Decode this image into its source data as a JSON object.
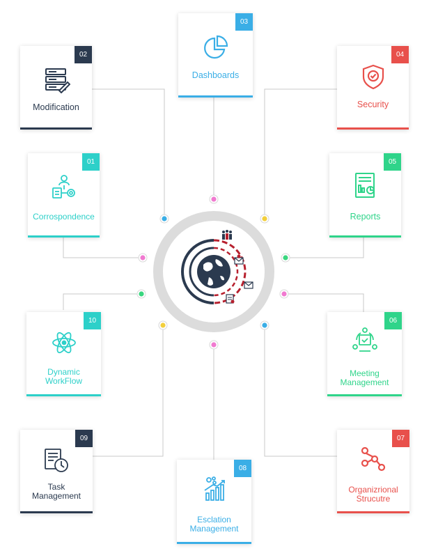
{
  "colors": {
    "dark": "#2b3a4f",
    "blue": "#3aaee6",
    "red": "#e8504b",
    "teal": "#2dd0c9",
    "green": "#2fd48a",
    "pink": "#f07ad0",
    "yellow": "#f2cf3c",
    "dot_green": "#3ad67f",
    "ring": "#dcdcdc",
    "line": "#c8c8c8",
    "globe_red": "#b7202e"
  },
  "cards": {
    "modification": {
      "number": "02",
      "label": "Modification",
      "icon": "server-stack-icon",
      "color": "dark"
    },
    "dashboards": {
      "number": "03",
      "label": "Dashboards",
      "icon": "pie-chart-icon",
      "color": "blue"
    },
    "security": {
      "number": "04",
      "label": "Security",
      "icon": "shield-check-icon",
      "color": "red"
    },
    "correspondence": {
      "number": "01",
      "label": "Corrospondence",
      "icon": "user-flow-icon",
      "color": "teal"
    },
    "reports": {
      "number": "05",
      "label": "Reports",
      "icon": "report-icon",
      "color": "green"
    },
    "workflow": {
      "number": "10",
      "label_line1": "Dynamic",
      "label_line2": "WorkFlow",
      "icon": "atom-icon",
      "color": "teal"
    },
    "meeting": {
      "number": "06",
      "label_line1": "Meeting",
      "label_line2": "Management",
      "icon": "meeting-icon",
      "color": "green"
    },
    "task": {
      "number": "09",
      "label_line1": "Task",
      "label_line2": "Management",
      "icon": "task-clock-icon",
      "color": "dark"
    },
    "escalation": {
      "number": "08",
      "label_line1": "Esclation",
      "label_line2": "Management",
      "icon": "growth-chart-icon",
      "color": "blue"
    },
    "organization": {
      "number": "07",
      "label_line1": "Organizrional",
      "label_line2": "Strucutre",
      "icon": "network-nodes-icon",
      "color": "red"
    }
  },
  "center": {
    "icon": "globe-icon"
  }
}
